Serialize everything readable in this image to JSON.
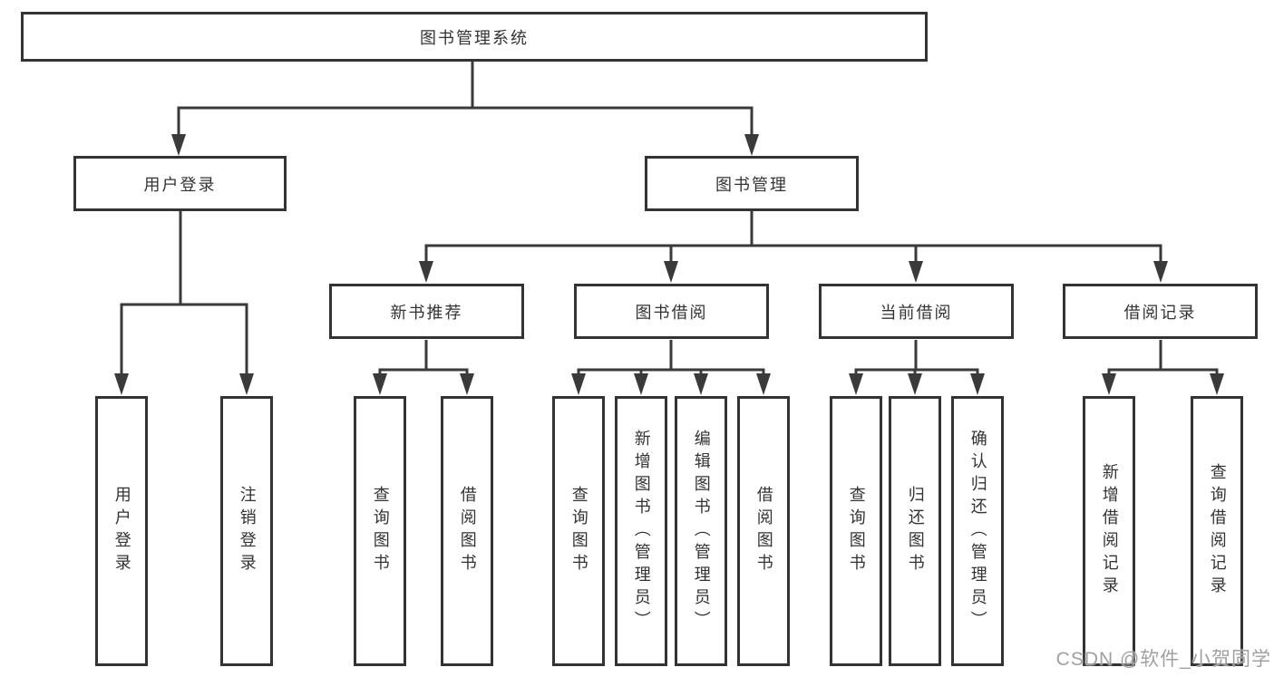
{
  "colors": {
    "line": "#3a3a3a",
    "box_border": "#333333",
    "text": "#333333",
    "background": "#ffffff",
    "watermark": "#a0a0a0"
  },
  "watermark": {
    "text": "CSDN @软件_小贺同学"
  },
  "tree": {
    "root": "图书管理系统",
    "children": [
      {
        "label": "用户登录",
        "children": [
          "用户登录",
          "注销登录"
        ]
      },
      {
        "label": "图书管理",
        "children": [
          {
            "label": "新书推荐",
            "children": [
              "查询图书",
              "借阅图书"
            ]
          },
          {
            "label": "图书借阅",
            "children": [
              "查询图书",
              "新增图书（管理员）",
              "编辑图书（管理员）",
              "借阅图书"
            ]
          },
          {
            "label": "当前借阅",
            "children": [
              "查询图书",
              "归还图书",
              "确认归还（管理员）"
            ]
          },
          {
            "label": "借阅记录",
            "children": [
              "新增借阅记录",
              "查询借阅记录"
            ]
          }
        ]
      }
    ]
  }
}
